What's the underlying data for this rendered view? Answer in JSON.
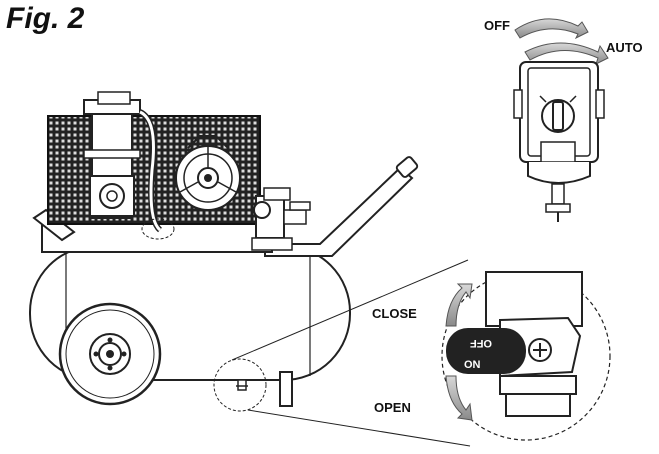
{
  "figure": {
    "title": "Fig. 2",
    "switch_labels": {
      "off": "OFF",
      "auto": "AUTO"
    },
    "valve_labels": {
      "close": "CLOSE",
      "open": "OPEN"
    },
    "valve_marks": {
      "top": "OFF",
      "bottom": "ON"
    }
  }
}
